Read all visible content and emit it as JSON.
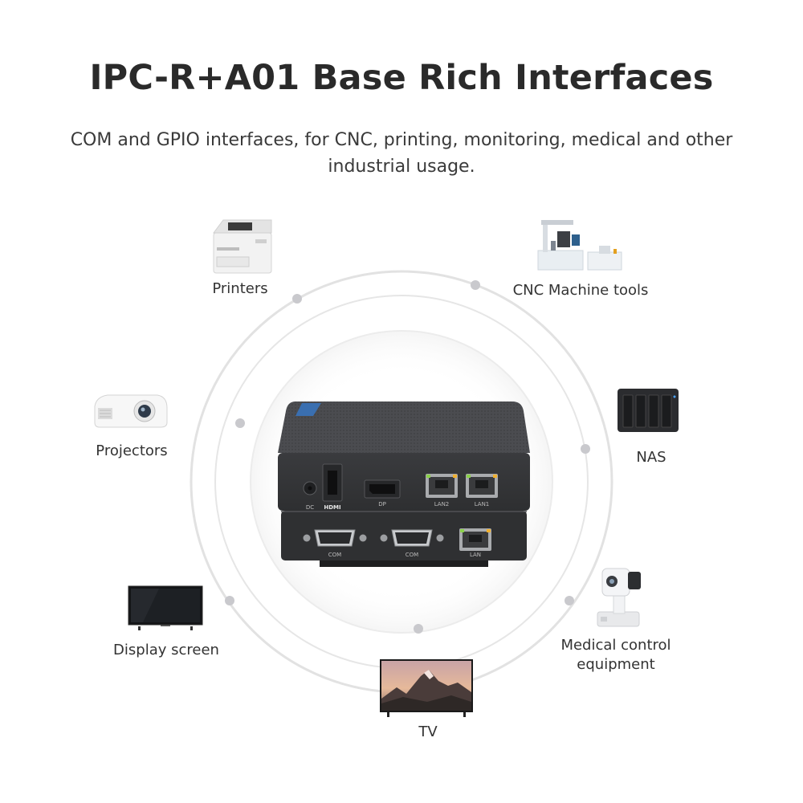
{
  "header": {
    "title": "IPC-R+A01 Base Rich Interfaces",
    "subtitle": "COM and GPIO interfaces, for CNC, printing, monitoring, medical and other industrial usage."
  },
  "applications": {
    "printers": "Printers",
    "cnc": "CNC Machine tools",
    "projectors": "Projectors",
    "nas": "NAS",
    "display": "Display screen",
    "medical_line1": "Medical control",
    "medical_line2": "equipment",
    "tv": "TV"
  },
  "device": {
    "ports": {
      "dc": "DC",
      "hdmi": "HDMI",
      "dp": "DP",
      "lan2": "LAN2",
      "lan1": "LAN1",
      "com1": "COM",
      "com2": "COM",
      "lan": "LAN"
    }
  },
  "colors": {
    "ring": "#d8d8d8",
    "dot": "#c8c8cc",
    "device_body": "#3a3b3d",
    "device_top": "#4a4b4e"
  }
}
